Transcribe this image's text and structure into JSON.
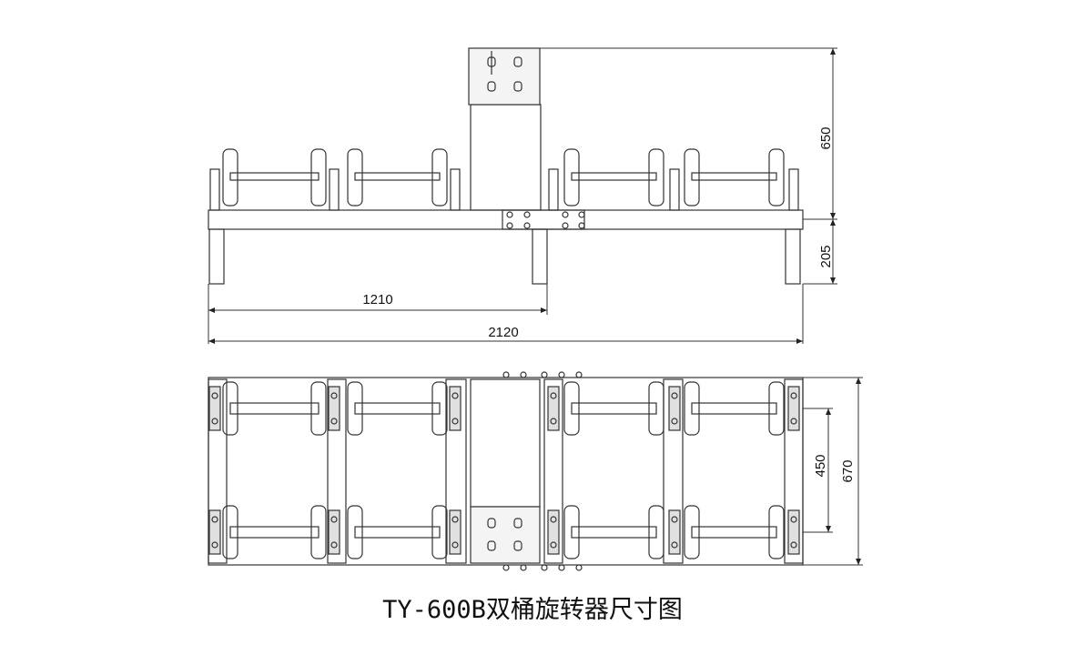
{
  "dimensions": {
    "height_upper": "650",
    "height_lower": "205",
    "width_half": "1210",
    "width_total": "2120",
    "depth_inner": "450",
    "depth_total": "670"
  },
  "caption": "TY-600B双桶旋转器尺寸图",
  "colors": {
    "line": "#333333",
    "fill_gray": "#e0e0e0",
    "background": "#ffffff"
  }
}
